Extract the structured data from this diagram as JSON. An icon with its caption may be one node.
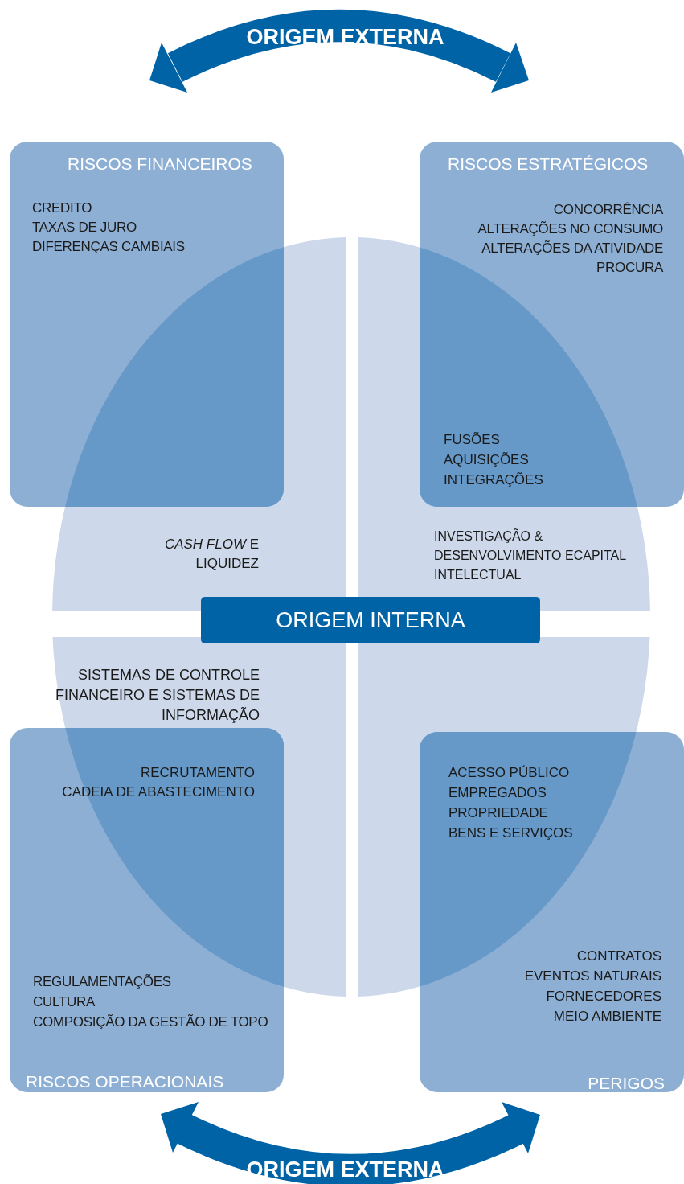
{
  "diagram": {
    "nodes": [
      {
        "text": [
          "RISCOS FINANCEIROS",
          "CREDITO",
          "TAXAS DE JURO",
          "DIFERENÇAS CAMBIAIS"
        ]
      },
      {
        "text": [
          "RISCOS ESTRATÉGICOS",
          "CONCORRÊNCIA",
          "ALTERAÇÕES NO CONSUMO",
          "ALTERAÇÕES DA ATIVIDADE",
          "PROCURA",
          "FUSÕES",
          "AQUISIÇÕES",
          "INTEGRAÇÕES"
        ]
      },
      {
        "text": [
          "*CASH FLOW* E LIQUIDEZ",
          "INVESTIGAÇÃO & DESENVOLVIMENTO ECAPITAL INTELECTUAL",
          "SISTEMAS DE CONTROLE FINANCEIRO E SISTEMAS DE INFORMAÇÃO"
        ]
      },
      {
        "text": [
          "ORIGEM INTERNA"
        ],
        "in": 2
      },
      {
        "text": [
          "RECRUTAMENTO",
          "CADEIA DE ABASTECIMENTO",
          "REGULAMENTAÇÕES",
          "CULTURA",
          "COMPOSIÇÃO DA GESTÃO DE TOPO",
          "RISCOS OPERACIONAIS"
        ]
      },
      {
        "text": [
          "ACESSO PÚBLICO",
          "EMPREGADOS",
          "PROPRIEDADE",
          "BENS E SERVIÇOS",
          "CONTRATOS",
          "EVENTOS NATURAIS",
          "FORNECEDORES",
          "MEIO AMBIENTE",
          "PERIGOS"
        ]
      }
    ],
    "labels": [
      "ORIGEM EXTERNA",
      "ORIGEM EXTERNA"
    ]
  }
}
